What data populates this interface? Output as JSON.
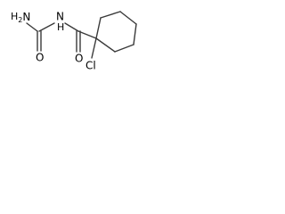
{
  "molecule": {
    "atoms": {
      "nh2": {
        "main": "H",
        "sub": "2",
        "after": "N"
      },
      "n": "N",
      "h": "H",
      "o_left": "O",
      "o_right": "O",
      "cl": "Cl"
    },
    "colors": {
      "bond": "#3a3a3a",
      "text": "#000000",
      "background": "#ffffff"
    }
  }
}
